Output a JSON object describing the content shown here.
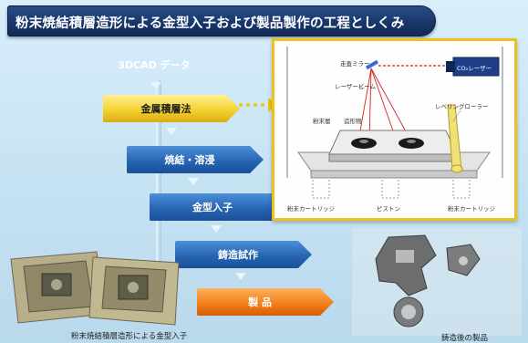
{
  "title": "粉末焼結積層造形による金型入子および製品製作の工程としくみ",
  "steps": [
    {
      "label": "3DCAD データ",
      "style": "blue"
    },
    {
      "label": "金属積層法",
      "style": "yellow"
    },
    {
      "label": "焼結・溶浸",
      "style": "blue"
    },
    {
      "label": "金型入子",
      "style": "blue"
    },
    {
      "label": "鋳造試作",
      "style": "blue"
    },
    {
      "label": "製 品",
      "style": "orange"
    }
  ],
  "machine": {
    "scan_mirror": "走査ミラー",
    "laser": "CO₂レーザー",
    "laser_beam": "レーザービーム",
    "powder_fine": "粉末層",
    "sintered_body": "造形物",
    "leveling_roller": "レベリングローラー",
    "left_cartridge": "粉末カートリッジ",
    "piston": "ピストン",
    "right_cartridge": "粉末カートリッジ"
  },
  "captions": {
    "mold_insert": "粉末焼結積層造形による金型入子",
    "cast_product": "鋳造後の製品"
  },
  "colors": {
    "title_bg": "#19376c",
    "step_blue": "#2765b3",
    "step_yellow": "#f3cf2d",
    "step_orange": "#f07d17",
    "panel_border": "#f0c11a",
    "background": "#c5e2f3"
  }
}
